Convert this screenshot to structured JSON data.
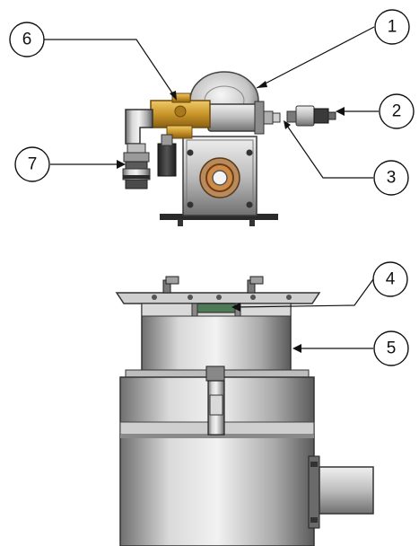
{
  "callouts": [
    {
      "id": "1",
      "label": "1"
    },
    {
      "id": "2",
      "label": "2"
    },
    {
      "id": "3",
      "label": "3"
    },
    {
      "id": "4",
      "label": "4"
    },
    {
      "id": "5",
      "label": "5"
    },
    {
      "id": "6",
      "label": "6"
    },
    {
      "id": "7",
      "label": "7"
    }
  ],
  "colors": {
    "brass": "#c9962a",
    "steel_light": "#dcdcdc",
    "steel_mid": "#a9a9a9",
    "steel_dark": "#5a5a5a",
    "copper": "#c8733a",
    "green_window": "#4f7a57",
    "line": "#111111"
  }
}
